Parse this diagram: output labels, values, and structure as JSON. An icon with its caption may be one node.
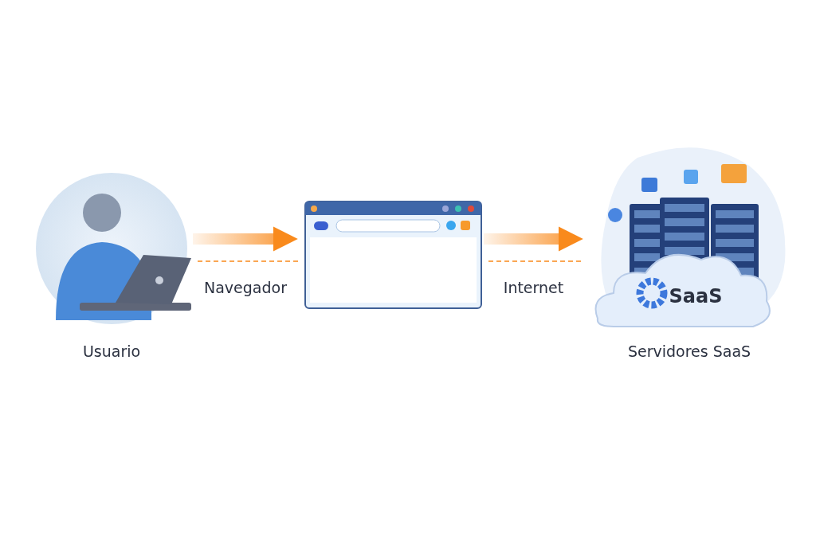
{
  "diagram": {
    "nodes": [
      {
        "text": [
          "Usuario"
        ]
      },
      {
        "text": [],
        "shape": "picture"
      },
      {
        "text": [
          "SaaS",
          "Servidores SaaS"
        ]
      }
    ],
    "edges": [
      {
        "from": 0,
        "to": 1,
        "arrow": "to",
        "label": "Navegador",
        "style": "thick",
        "color": "#f98a1c"
      },
      {
        "from": 1,
        "to": 2,
        "arrow": "to",
        "label": "Internet",
        "style": "thick",
        "color": "#f98a1c"
      }
    ]
  }
}
